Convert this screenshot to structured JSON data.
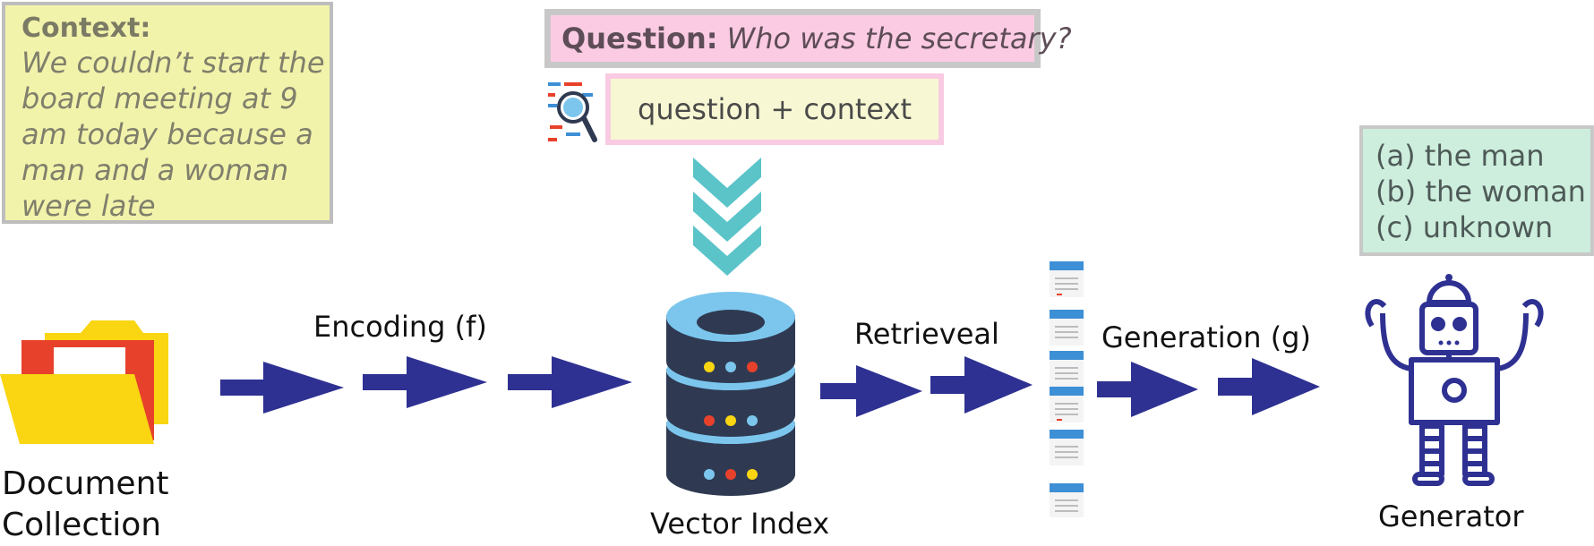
{
  "context": {
    "title": "Context:",
    "text": "We couldn’t start the board meeting at 9 am today because a man and a woman were late"
  },
  "question": {
    "label": "Question:",
    "text": "Who was the secretary?"
  },
  "query_box": {
    "text": "question + context"
  },
  "answers": [
    "(a) the man",
    "(b) the woman",
    "(c) unknown"
  ],
  "labels": {
    "document_collection": "Document Collection",
    "encoding": "Encoding (f)",
    "vector_index": "Vector Index",
    "retrieval": "Retrieveal",
    "generation": "Generation (g)",
    "generator": "Generator"
  },
  "colors": {
    "arrow": "#2e3192",
    "chevron": "#5bc4c9",
    "database_body": "#2f3a52",
    "database_top": "#7cc6ee",
    "folder_front": "#f9d611",
    "folder_red": "#e8412b",
    "robot": "#2e3192",
    "doc_icon_tab": "#3d8fd6"
  },
  "icons": [
    "folder-icon",
    "database-icon",
    "search-magnifier-icon",
    "document-icon",
    "robot-icon",
    "chevron-down-icon",
    "arrow-right-icon"
  ]
}
